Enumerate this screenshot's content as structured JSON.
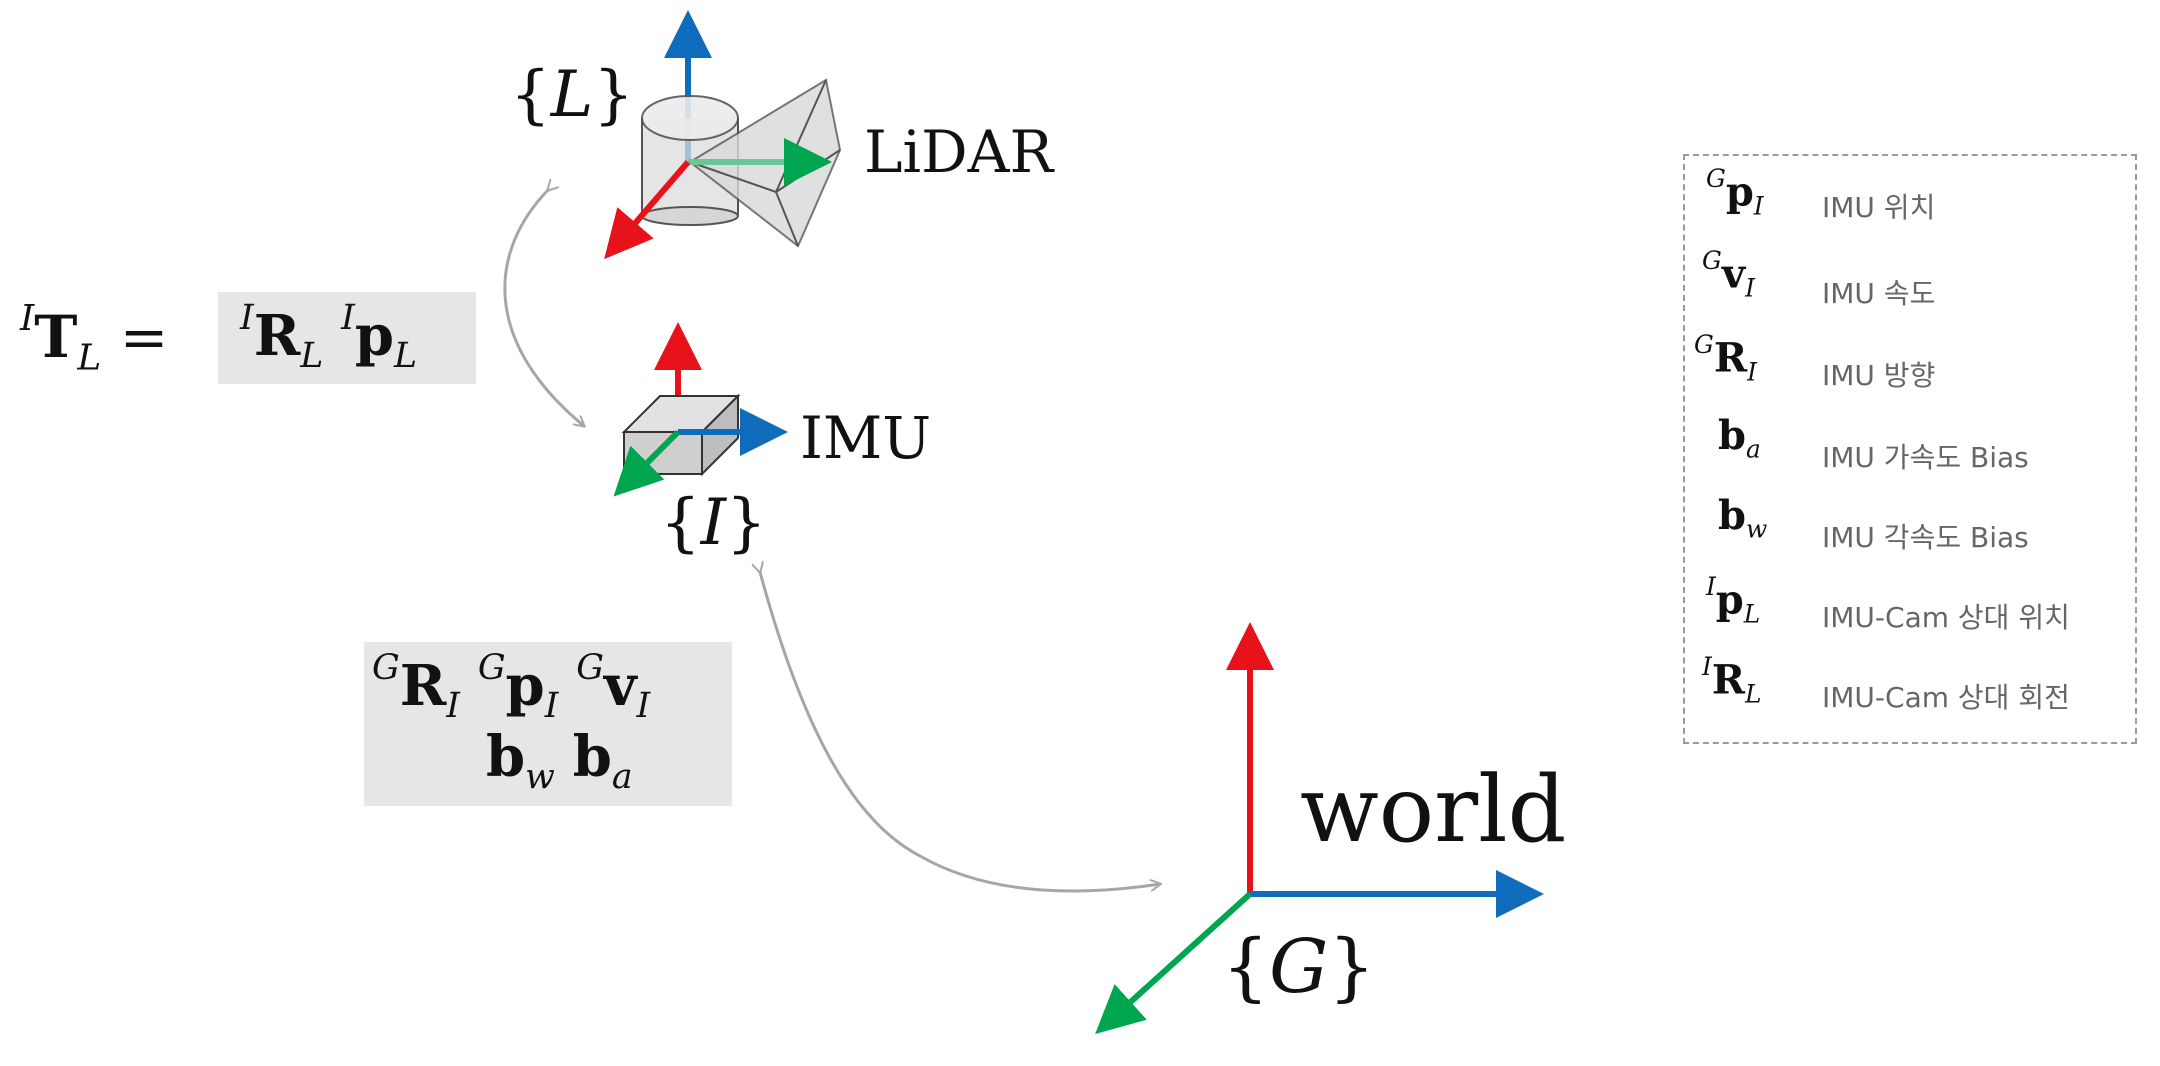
{
  "frames": {
    "lidar": {
      "frame_label": "L",
      "name": "LiDAR"
    },
    "imu": {
      "frame_label": "I",
      "name": "IMU"
    },
    "world": {
      "frame_label": "G",
      "name": "world"
    }
  },
  "extrinsic": {
    "lhs_symbol": "T",
    "lhs_sup": "I",
    "lhs_sub": "L",
    "equals": "=",
    "rot_symbol": "R",
    "rot_sup": "I",
    "rot_sub": "L",
    "pos_symbol": "p",
    "pos_sup": "I",
    "pos_sub": "L"
  },
  "state": {
    "rot_symbol": "R",
    "rot_sup": "G",
    "rot_sub": "I",
    "pos_symbol": "p",
    "pos_sup": "G",
    "pos_sub": "I",
    "vel_symbol": "v",
    "vel_sup": "G",
    "vel_sub": "I",
    "gyro_bias_symbol": "b",
    "gyro_bias_sub": "w",
    "acc_bias_symbol": "b",
    "acc_bias_sub": "a"
  },
  "legend": [
    {
      "symbol": "p",
      "sup": "G",
      "sub": "I",
      "description": "IMU 위치"
    },
    {
      "symbol": "v",
      "sup": "G",
      "sub": "I",
      "description": "IMU 속도"
    },
    {
      "symbol": "R",
      "sup": "G",
      "sub": "I",
      "description": "IMU 방향"
    },
    {
      "symbol": "b",
      "sup": "",
      "sub": "a",
      "description": "IMU 가속도 Bias"
    },
    {
      "symbol": "b",
      "sup": "",
      "sub": "w",
      "description": "IMU 각속도 Bias"
    },
    {
      "symbol": "p",
      "sup": "I",
      "sub": "L",
      "description": "IMU-Cam 상대 위치"
    },
    {
      "symbol": "R",
      "sup": "I",
      "sub": "L",
      "description": "IMU-Cam 상대 회전"
    }
  ],
  "colors": {
    "x_axis": "#e8131a",
    "y_axis": "#00a550",
    "z_axis": "#0f6cbd",
    "connector": "#a6a6a6",
    "box_fill": "#e6e6e6",
    "legend_border": "#9a9a9a",
    "legend_text": "#666666"
  }
}
